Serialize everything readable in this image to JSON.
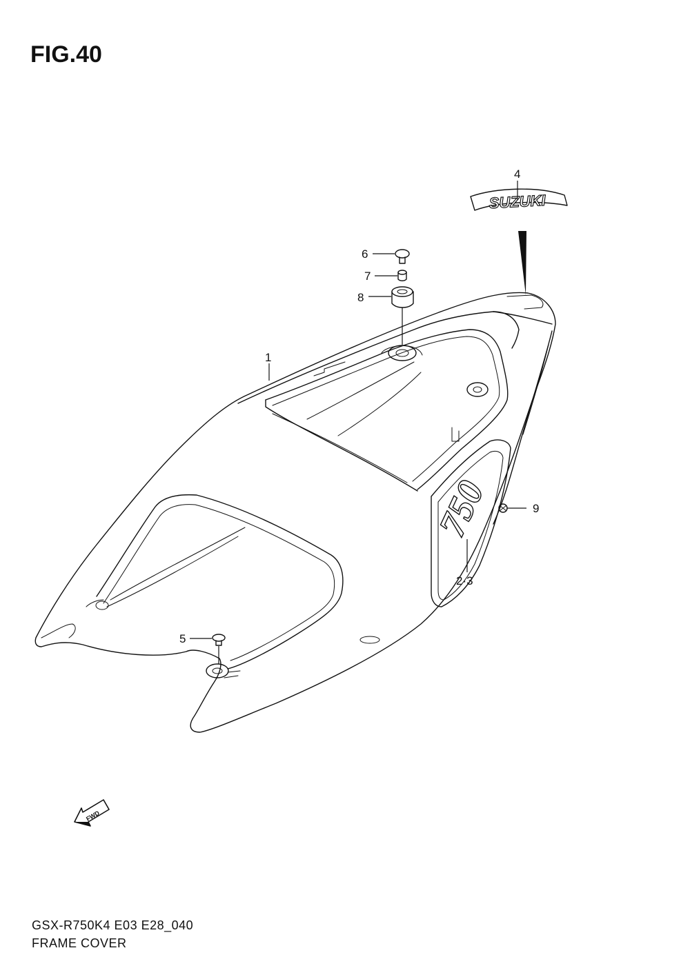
{
  "figure": {
    "title": "FIG.40"
  },
  "footer": {
    "model": "GSX-R750K4 E03 E28_040",
    "name": "FRAME COVER"
  },
  "callouts": {
    "c1": "1",
    "c23": "2·3",
    "c4": "4",
    "c5": "5",
    "c6": "6",
    "c7": "7",
    "c8": "8",
    "c9": "9"
  },
  "emblem": {
    "brand": "SUZUKI",
    "model_badge": "750"
  },
  "fwd_arrow": {
    "label": "FWD"
  }
}
